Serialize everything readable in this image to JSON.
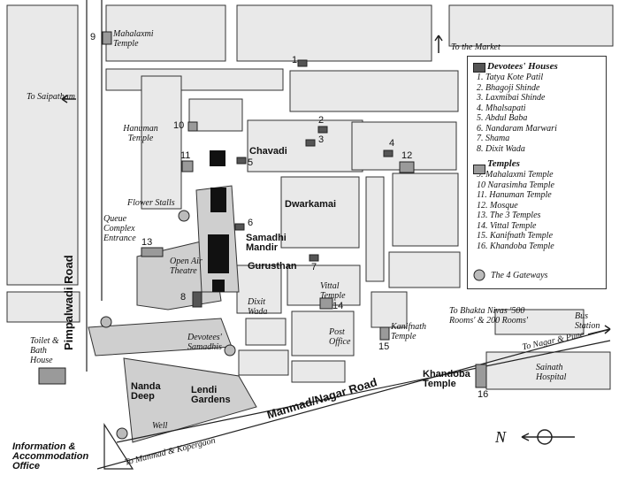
{
  "colors": {
    "devotee_house": "#555555",
    "temple": "#9a9a9a",
    "block": "#e8e8e8",
    "shaded": "#c9c9c9"
  },
  "roads": {
    "pimpalwadi": "Pimpalwadi Road",
    "manmad_nagar": "Manmad/Nagar Road",
    "to_saipatbam": "To Saipatbam",
    "to_market": "To the Market",
    "to_nagar_pune": "To Nagar & Pune",
    "to_manmad_kopergaon": "To Manmad & Kopergaon"
  },
  "places": {
    "mahalaxmi": "Mahalaxmi Temple",
    "hanuman": "Hanuman Temple",
    "chavadi": "Chavadi",
    "dwarkamai": "Dwarkamai",
    "samadhi_mandir": "Samadhi Mandir",
    "gurusthan": "Gurusthan",
    "flower_stalls": "Flower Stalls",
    "queue_complex": "Queue Complex Entrance",
    "open_air_theatre": "Open Air Theatre",
    "dixit_wada": "Dixit Wada",
    "devotees_samadhis": "Devotees' Samadhis",
    "vittal_temple": "Vittal Temple",
    "post_office": "Post Office",
    "kanifnath_temple": "Kanifnath Temple",
    "bhakta_nivas": "To Bhakta Nivas '500 Rooms' & 200 Rooms'",
    "bus_station": "Bus Station",
    "sainath_hospital": "Sainath Hospital",
    "khandoba_temple": "Khandoba Temple",
    "toilet": "Toilet & Bath House",
    "info_office": "Information & Accommodation Office",
    "nanda_deep": "Nanda Deep",
    "lendi_gardens": "Lendi Gardens",
    "well": "Well"
  },
  "numbers": [
    "1",
    "2",
    "3",
    "4",
    "5",
    "6",
    "7",
    "8",
    "9",
    "10",
    "11",
    "12",
    "13",
    "14",
    "15",
    "16"
  ],
  "legend": {
    "devotees_title": "Devotees' Houses",
    "devotees": [
      "1. Tatya Kote Patil",
      "2. Bhagoji Shinde",
      "3. Laxmibai Shinde",
      "4. Mhalsapati",
      "5. Abdul Baba",
      "6. Nandaram Marwari",
      "7. Shama",
      "8. Dixit Wada"
    ],
    "temples_title": "Temples",
    "temples": [
      "9. Mahalaxmi Temple",
      "10 Narasimha Temple",
      "11. Hanuman Temple",
      "12. Mosque",
      "13. The 3 Temples",
      "14. Vittal Temple",
      "15. Kanifnath Temple",
      "16. Khandoba Temple"
    ],
    "gateways": "The 4 Gateways"
  },
  "north": "N"
}
